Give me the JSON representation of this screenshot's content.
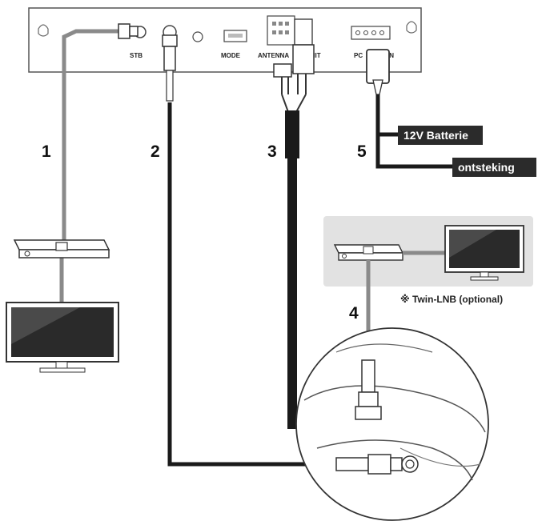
{
  "device": {
    "ports": {
      "stb": "STB",
      "mode": "MODE",
      "antenna": "ANTENNA",
      "unit": "UNIT",
      "power_a": "PC",
      "power_b": "IN"
    }
  },
  "cables": [
    {
      "number": "1"
    },
    {
      "number": "2"
    },
    {
      "number": "3"
    },
    {
      "number": "4"
    },
    {
      "number": "5"
    }
  ],
  "power_labels": {
    "battery": "12V Batterie",
    "ignition": "ontsteking"
  },
  "twin_lnb_note": "※ Twin-LNB (optional)",
  "colors": {
    "cable_gray": "#8a8a8a",
    "cable_black": "#1a1a1a",
    "label_bg": "#2b2b2b",
    "panel_bg": "#e2e2e2"
  }
}
